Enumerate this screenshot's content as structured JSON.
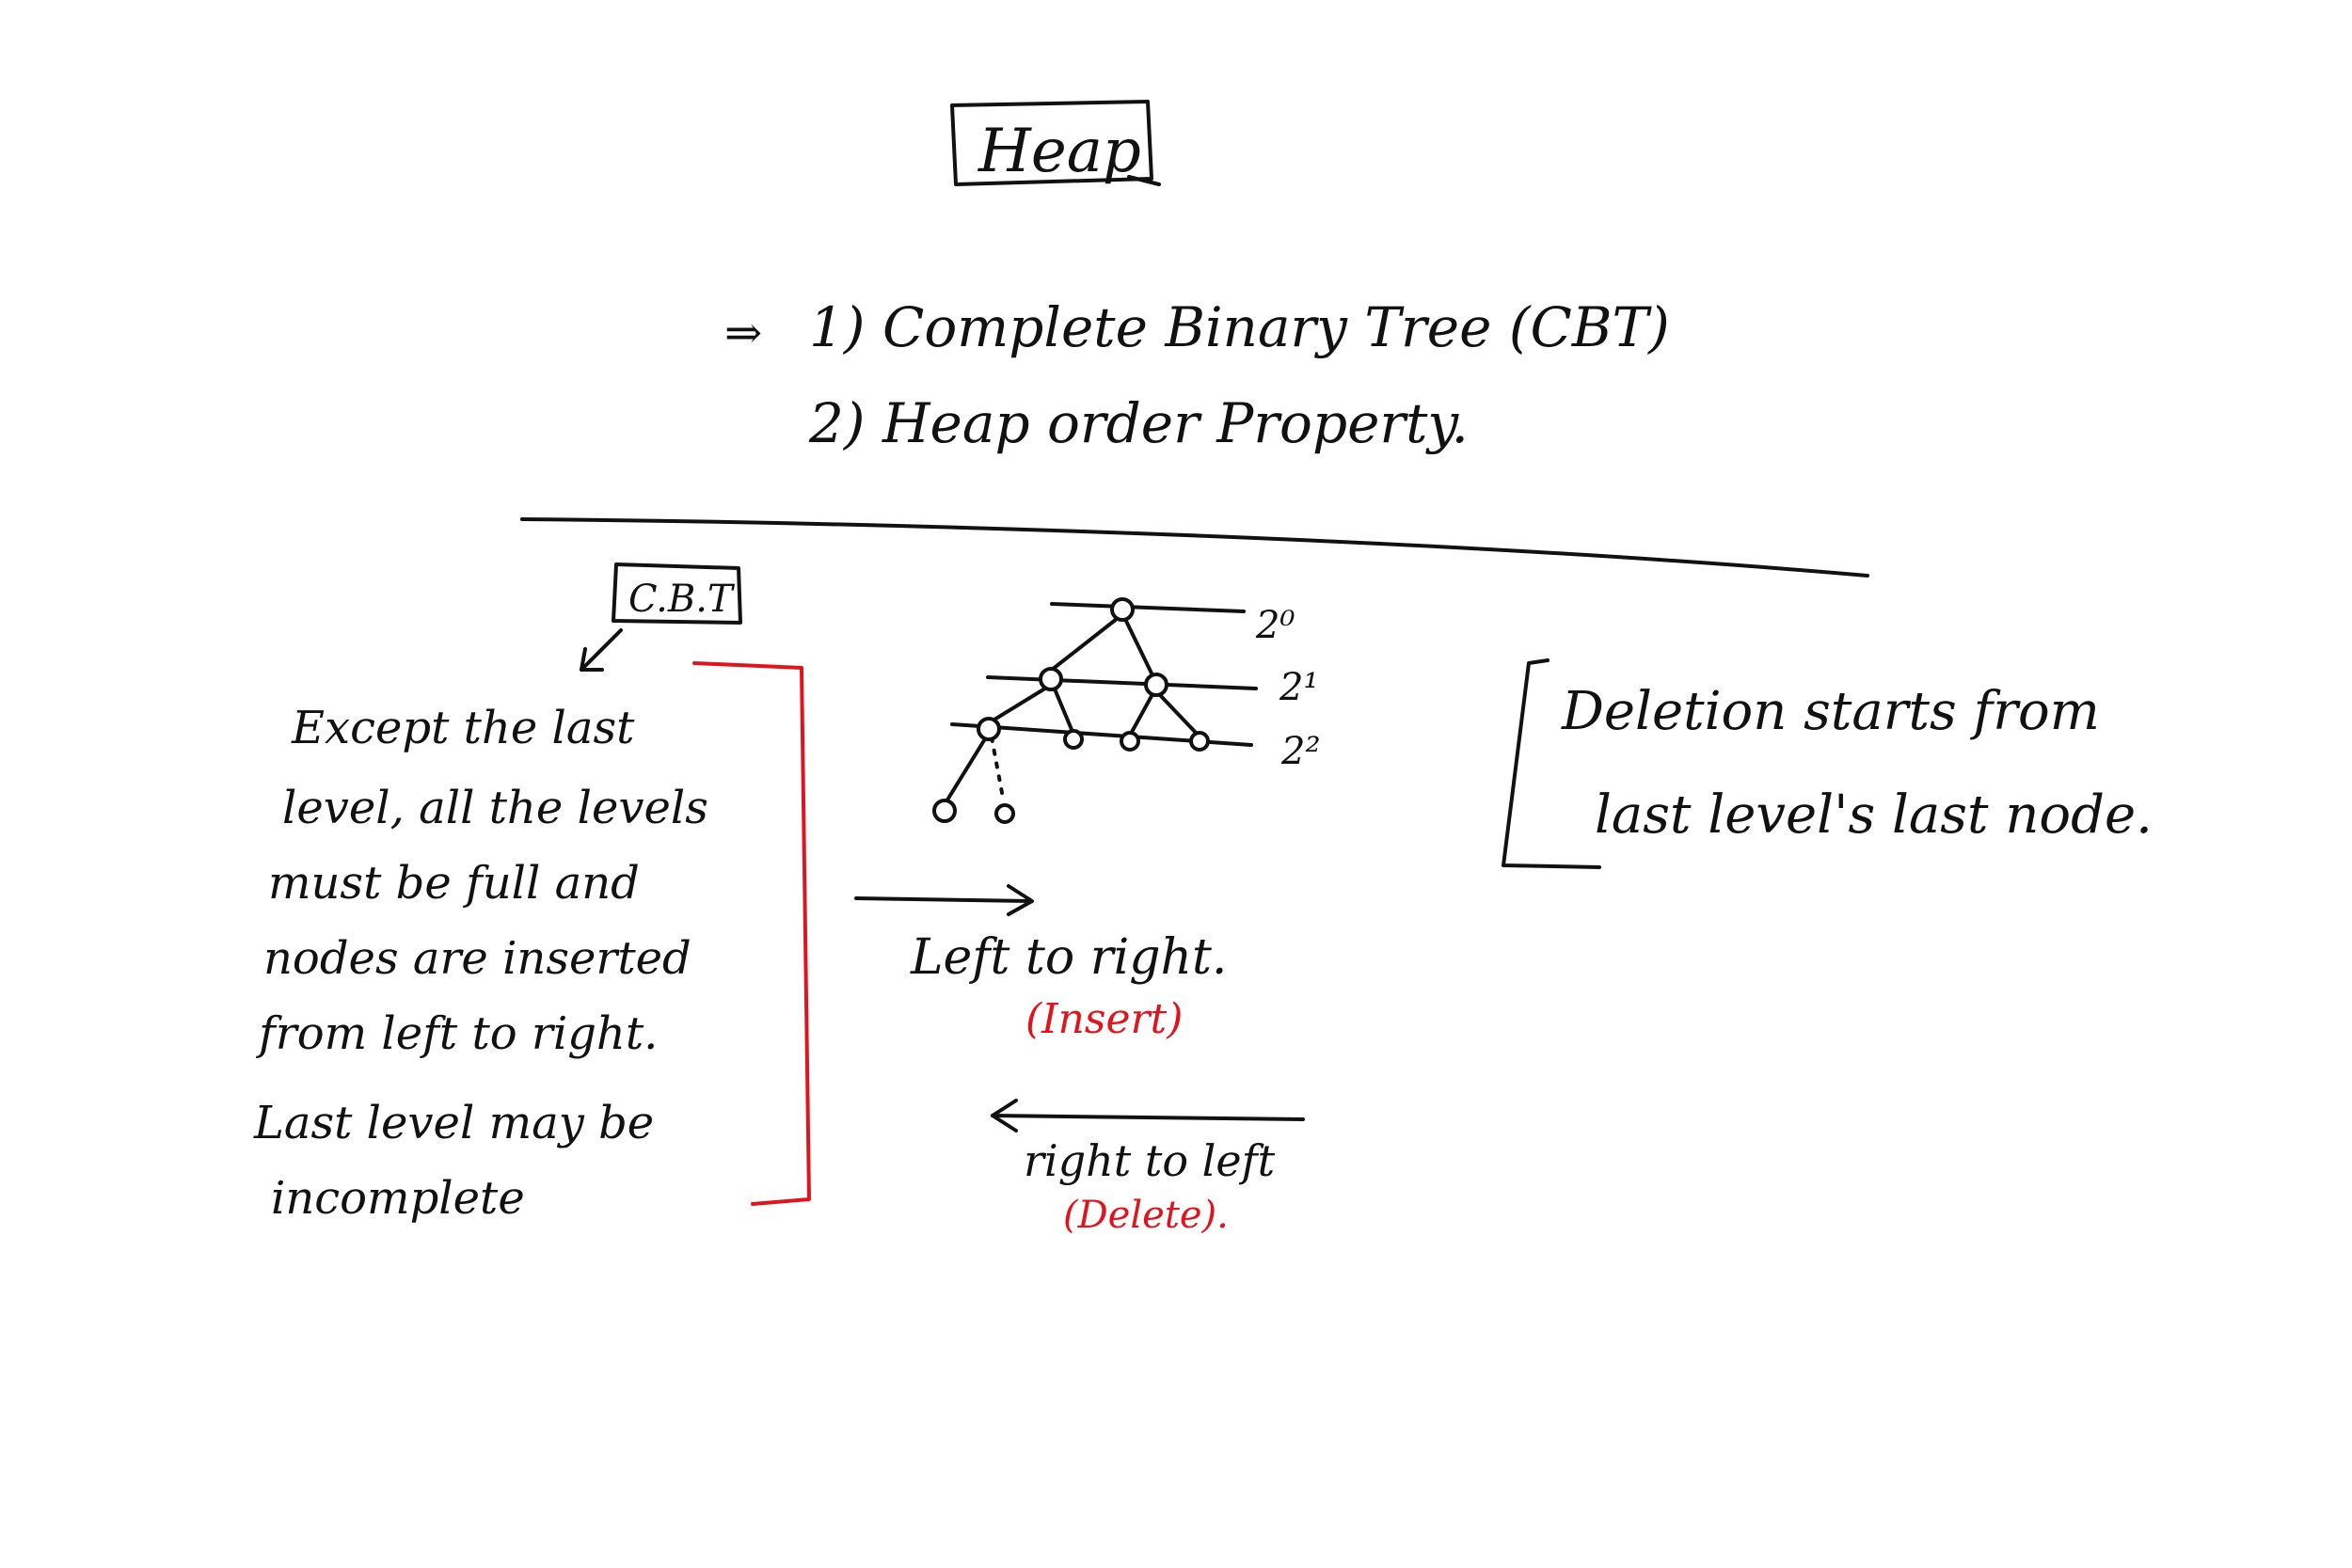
{
  "title": "Heap",
  "properties": {
    "marker": "⇒",
    "item1": "1) Complete Binary Tree (CBT)",
    "item2": "2) Heap order Property."
  },
  "cbt": {
    "label": "C.B.T",
    "definition_lines": [
      "Except the last",
      "level, all the levels",
      "must be full and",
      "nodes are inserted",
      "from left to right.",
      "Last level may be",
      "incomplete"
    ]
  },
  "tree": {
    "level_labels": [
      "2⁰",
      "2¹",
      "2²"
    ]
  },
  "insert": {
    "direction": "Left to right.",
    "label": "(Insert)"
  },
  "delete": {
    "direction": "right to left",
    "label": "(Delete)."
  },
  "deletion_note": {
    "line1": "Deletion starts from",
    "line2": "last level's last node."
  },
  "colors": {
    "ink": "#111111",
    "accent_red": "#e0141e",
    "background": "#ffffff"
  }
}
